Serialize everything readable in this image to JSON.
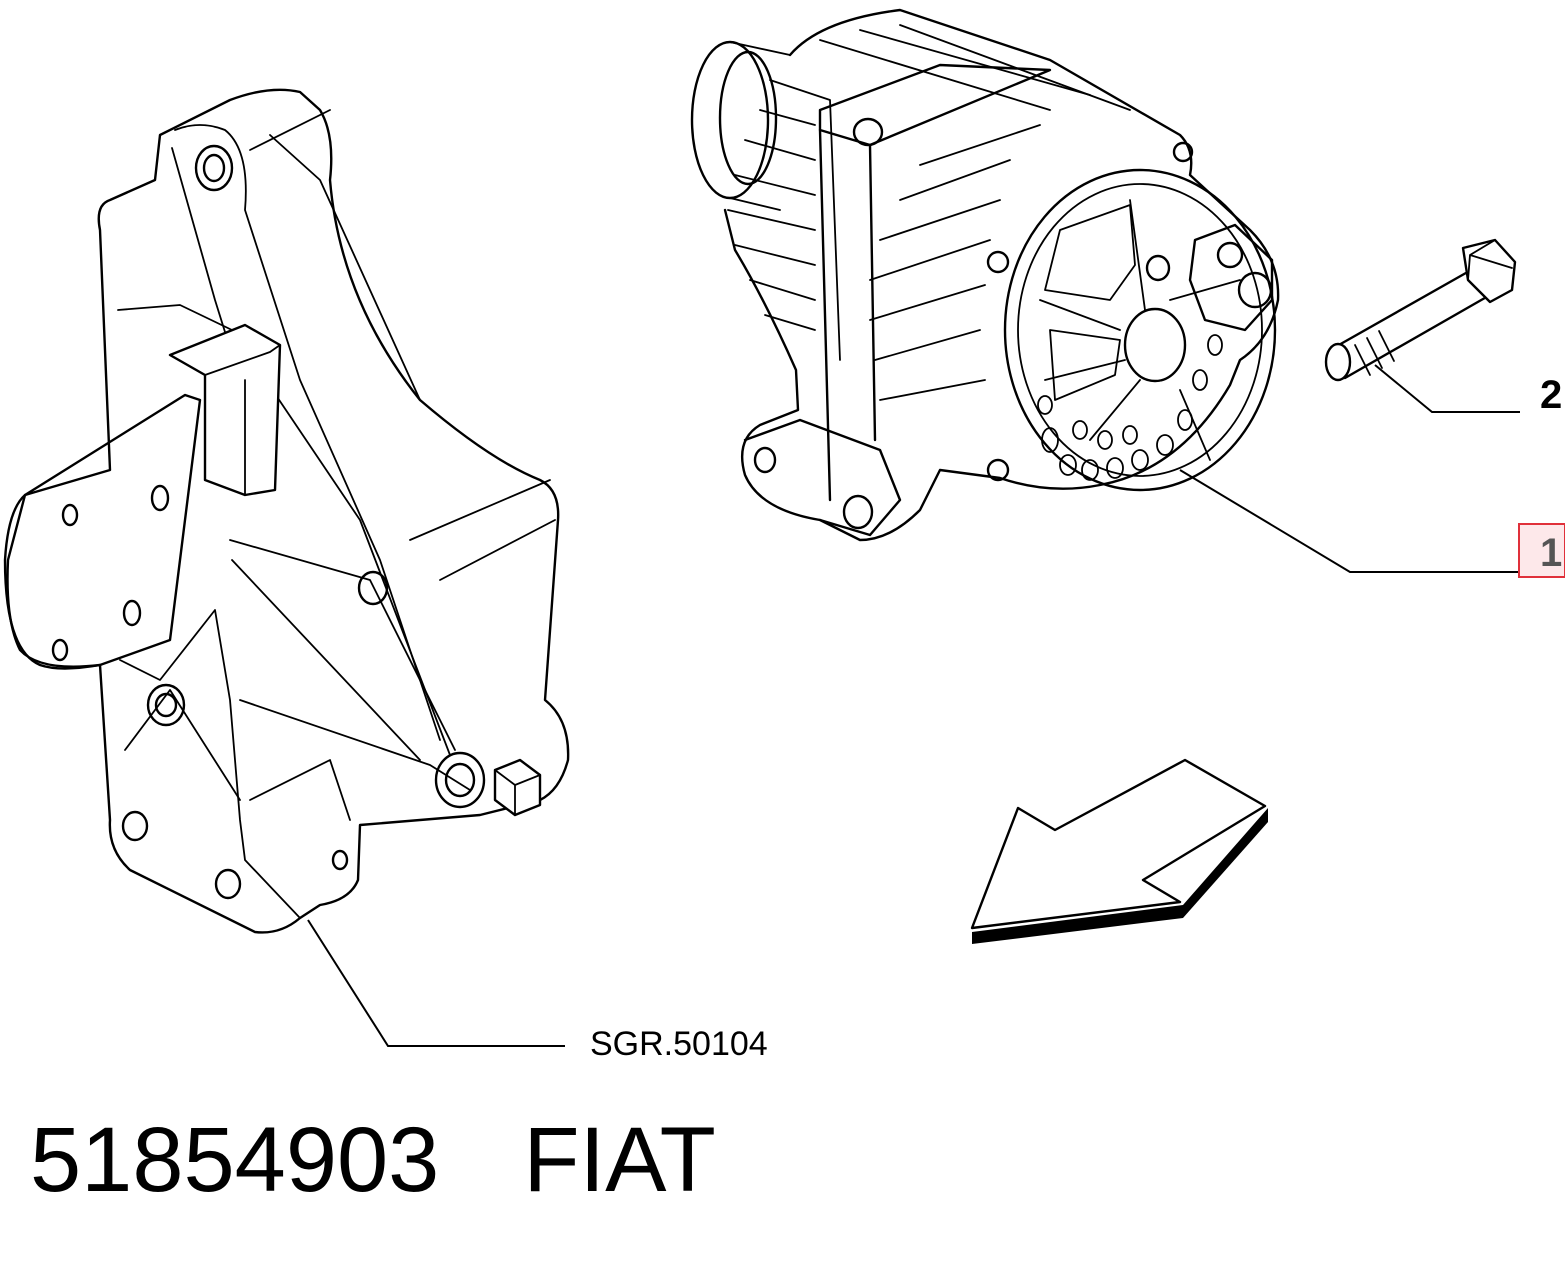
{
  "diagram": {
    "callouts": [
      {
        "label": "2",
        "part": "bolt",
        "selected": false
      },
      {
        "label": "1",
        "part": "alternator",
        "selected": true
      }
    ],
    "reference_note": "SGR.50104",
    "direction_arrow": "direction-arrow-icon",
    "highlight_color": "#e0303a",
    "highlight_fill": "#fde8ea"
  },
  "footer": {
    "part_number": "51854903",
    "brand": "FIAT"
  }
}
